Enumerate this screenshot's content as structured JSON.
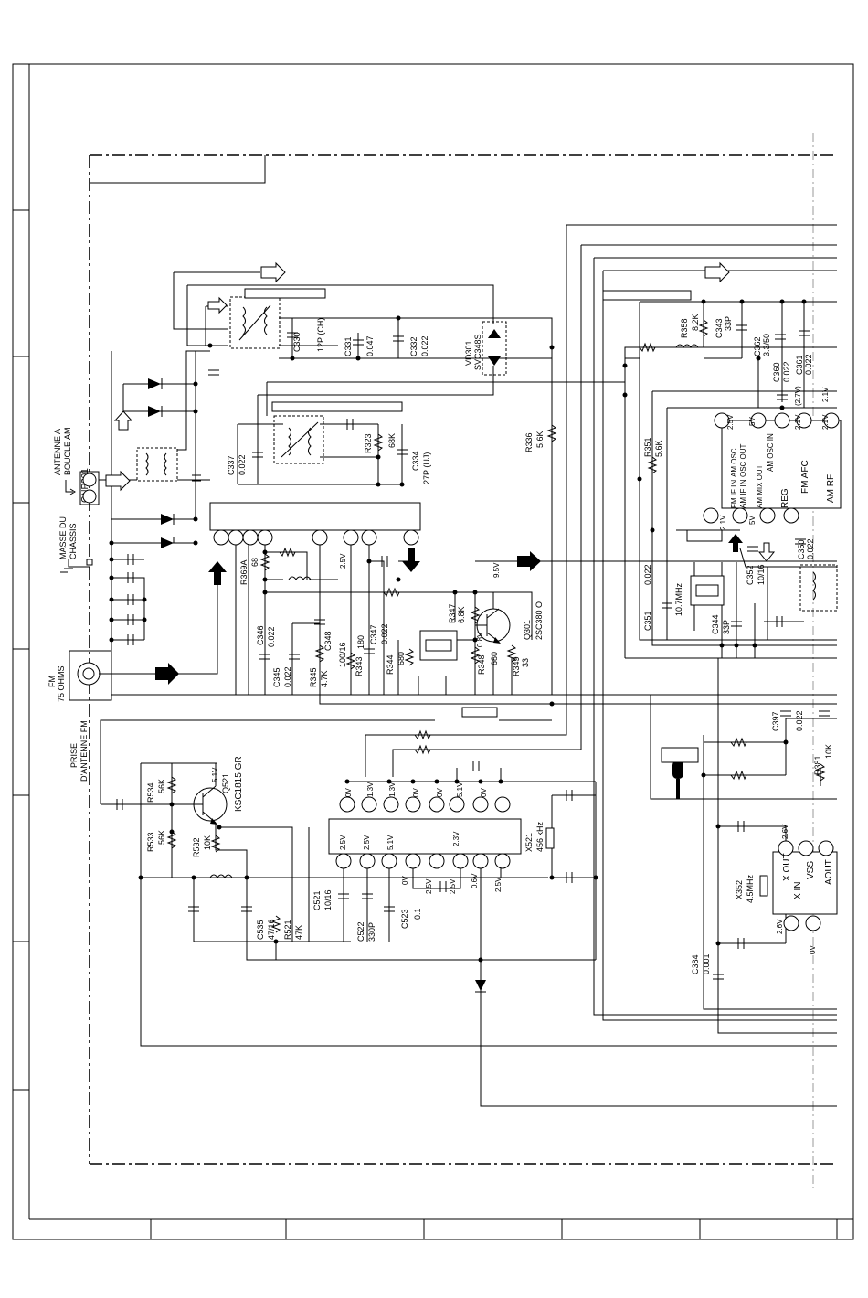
{
  "connectors": {
    "antenna_am": {
      "label_1": "ANTENNE A",
      "label_2": "BOUCLE AM",
      "ref": "CNP301"
    },
    "chassis_ground": {
      "label_1": "MASSE DU",
      "label_2": "CHASSIS"
    },
    "antenna_fm": {
      "label_1": "FM",
      "label_2": "75 OHMS",
      "label_3": "PRISE",
      "label_4": "D'ANTENNE FM"
    }
  },
  "components": [
    {
      "id": "c330",
      "ref": "C330",
      "value": "12P (CH)"
    },
    {
      "id": "c331",
      "ref": "C331",
      "value": "0.047"
    },
    {
      "id": "c332",
      "ref": "C332",
      "value": "0.022"
    },
    {
      "id": "vd301",
      "ref": "VD301",
      "value": "SVC348S"
    },
    {
      "id": "c337",
      "ref": "C337",
      "value": "0.022"
    },
    {
      "id": "r323",
      "ref": "R323",
      "value": "68K"
    },
    {
      "id": "c334",
      "ref": "C334",
      "value": "27P (UJ)"
    },
    {
      "id": "r336",
      "ref": "R336",
      "value": "5.6K"
    },
    {
      "id": "r369a",
      "ref": "R369A",
      "value": "68"
    },
    {
      "id": "c346",
      "ref": "C346",
      "value": "0.022"
    },
    {
      "id": "c345",
      "ref": "C345",
      "value": "0.022"
    },
    {
      "id": "c348",
      "ref": "C348",
      "value": "100/16"
    },
    {
      "id": "r345",
      "ref": "R345",
      "value": "4.7K"
    },
    {
      "id": "r343",
      "ref": "R343",
      "value": "180"
    },
    {
      "id": "c347",
      "ref": "C347",
      "value": "0.022"
    },
    {
      "id": "r344",
      "ref": "R344",
      "value": "680"
    },
    {
      "id": "r347",
      "ref": "R347",
      "value": "6.8K"
    },
    {
      "id": "r348",
      "ref": "R348",
      "value": "680"
    },
    {
      "id": "r349",
      "ref": "R349",
      "value": "33"
    },
    {
      "id": "q301",
      "ref": "Q301",
      "value": "2SC380 O"
    },
    {
      "id": "r358",
      "ref": "R358",
      "value": "8.2K"
    },
    {
      "id": "c343",
      "ref": "C343",
      "value": "33P"
    },
    {
      "id": "c362",
      "ref": "C362",
      "value": "3.3/50"
    },
    {
      "id": "c360",
      "ref": "C360",
      "value": "0.022"
    },
    {
      "id": "c361",
      "ref": "C361",
      "value": "0.022"
    },
    {
      "id": "r351",
      "ref": "R351",
      "value": "5.6K"
    },
    {
      "id": "c351",
      "ref": "C351",
      "value": "0.022"
    },
    {
      "id": "c344",
      "ref": "C344",
      "value": "33P"
    },
    {
      "id": "x_107",
      "ref": "",
      "value": "10.7MHz"
    },
    {
      "id": "c352",
      "ref": "C352",
      "value": "10/16"
    },
    {
      "id": "c350",
      "ref": "C350",
      "value": "0.022"
    },
    {
      "id": "c397",
      "ref": "C397",
      "value": "0.022"
    },
    {
      "id": "r381",
      "ref": "R381",
      "value": "10K"
    },
    {
      "id": "r534",
      "ref": "R534",
      "value": "56K"
    },
    {
      "id": "r533",
      "ref": "R533",
      "value": "56K"
    },
    {
      "id": "r532",
      "ref": "R532",
      "value": "10K"
    },
    {
      "id": "q521",
      "ref": "Q521",
      "value": "KSC1815 GR"
    },
    {
      "id": "c535",
      "ref": "C535",
      "value": "47/16"
    },
    {
      "id": "r521",
      "ref": "R521",
      "value": "47K"
    },
    {
      "id": "c521",
      "ref": "C521",
      "value": "10/16"
    },
    {
      "id": "c522",
      "ref": "C522",
      "value": "330P"
    },
    {
      "id": "c523",
      "ref": "C523",
      "value": "0.1"
    },
    {
      "id": "x521",
      "ref": "X521",
      "value": "456 kHz"
    },
    {
      "id": "x352",
      "ref": "X352",
      "value": "4.5MHz"
    },
    {
      "id": "c384",
      "ref": "C384",
      "value": "0.001"
    }
  ],
  "voltages": {
    "q301_base": "9.5V",
    "q301_e": "0.8V",
    "tuner_2v5": "2.5V",
    "ic_osc_out": "2.5V",
    "ic_5v": "5V",
    "ic_21v": "2.1V",
    "ic_27v": "(2.7V)",
    "ic_21v_b": "2.1V",
    "ic_21v_c": "2.1V",
    "ic_5v_b": "5V",
    "u521_top": [
      "0V",
      "1.3V",
      "1.3V",
      "0V",
      "0V",
      "5.1V",
      "0V"
    ],
    "u521_bot": [
      "2.5V",
      "2.5V",
      "5.1V",
      "0V",
      "2.5V",
      "0.6V",
      "2.5V"
    ],
    "u521_in_top": [
      "2.5V",
      "2.5V",
      "5.1V",
      "2.3V"
    ],
    "q521_c": "5.1V",
    "x352_top": "2.6V",
    "x352_bot": "2.6V",
    "x352_0v": "0V"
  },
  "ic_labels": {
    "fm_ic_pins_top": [
      "OSC OUT",
      "AM OSC",
      "AM OSC IN",
      "FM AFC"
    ],
    "osc_out": "OSC\nOUT",
    "am_osc": "AM OSC",
    "am_osc_in": "AM OSC\nIN",
    "fm_afc": "FM AFC",
    "am_rf": "AM RF",
    "fm_if_in": "FM IF\nIN",
    "am_mix_out": "AM MIX\nOUT",
    "am_if_in": "AM IF\nIN",
    "reg": "REG",
    "x_out": "X OUT",
    "x_in": "X IN",
    "vss": "VSS",
    "aout": "AOUT"
  },
  "title_block": {
    "cells": [
      "",
      "",
      "",
      "",
      "",
      ""
    ]
  }
}
